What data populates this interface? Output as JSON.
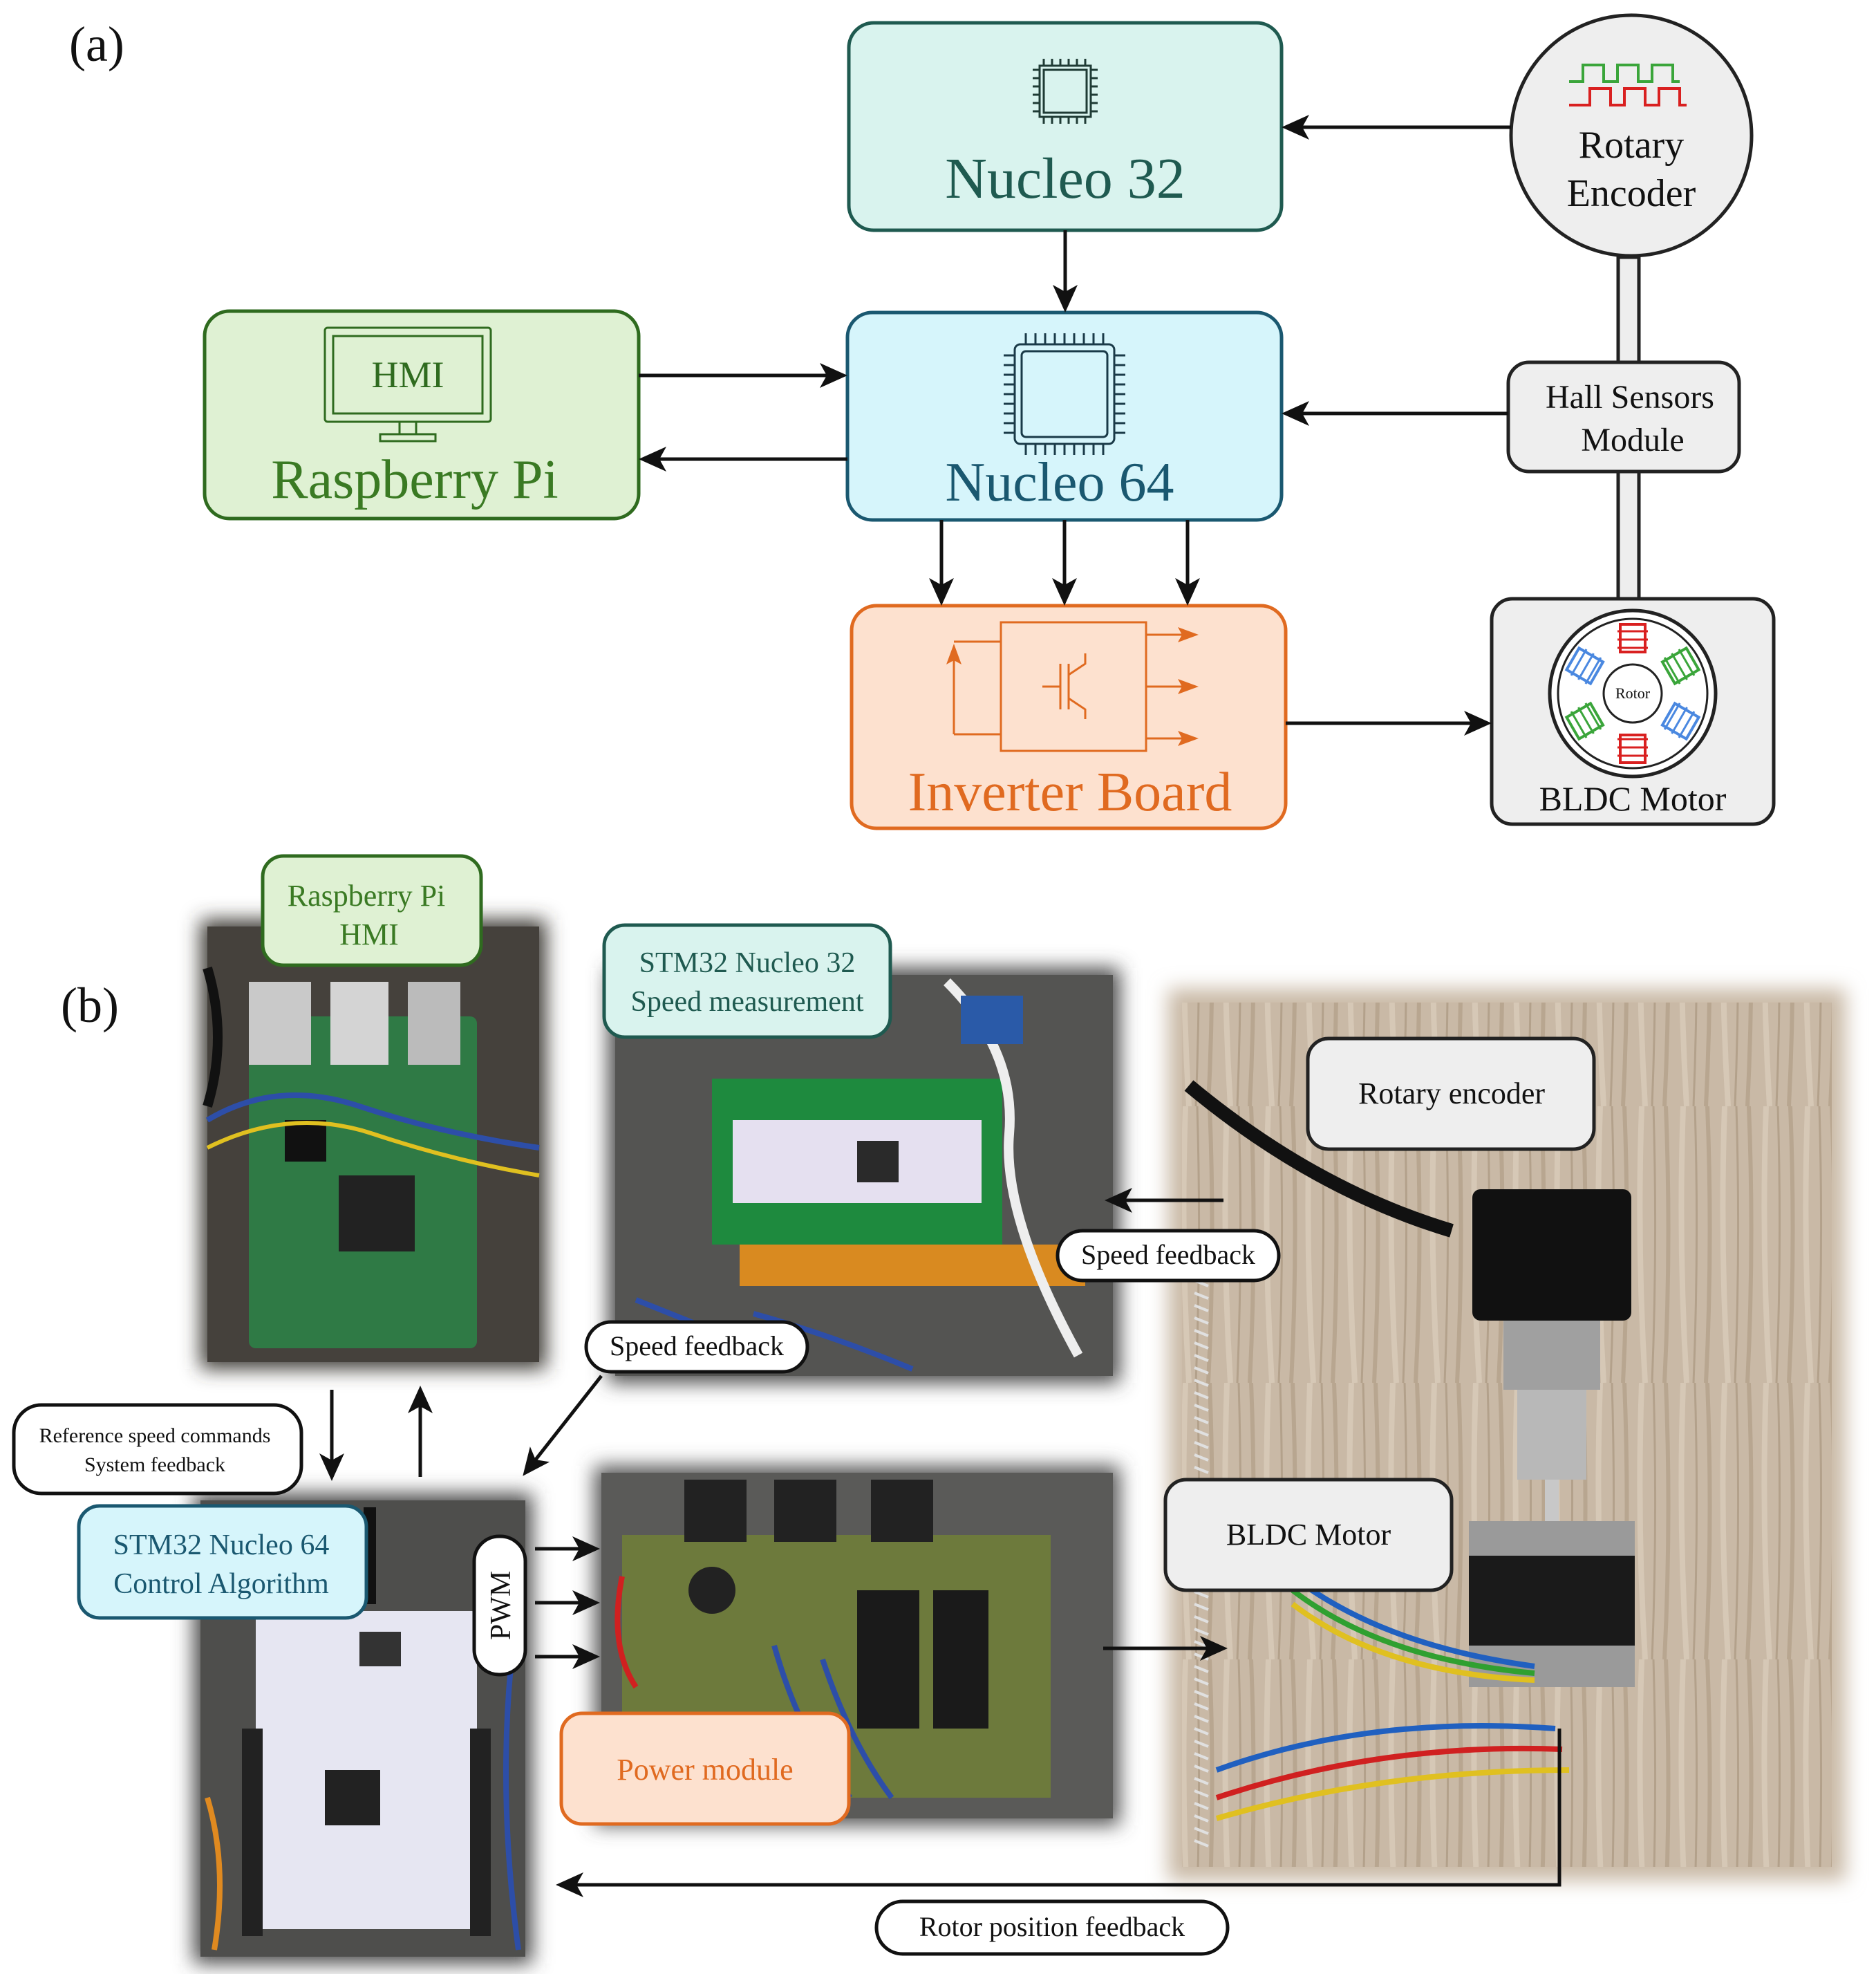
{
  "panel_a": {
    "label": "(a)",
    "nucleo32": "Nucleo 32",
    "nucleo64": "Nucleo 64",
    "raspberry": "Raspberry Pi",
    "hmi": "HMI",
    "inverter": "Inverter Board",
    "encoder_line1": "Rotary",
    "encoder_line2": "Encoder",
    "hall_line1": "Hall Sensors",
    "hall_line2": "Module",
    "motor": "BLDC Motor",
    "rotor": "Rotor"
  },
  "panel_b": {
    "label": "(b)",
    "rpi_line1": "Raspberry Pi",
    "rpi_line2": "HMI",
    "n32_line1": "STM32 Nucleo 32",
    "n32_line2": "Speed measurement",
    "n64_line1": "STM32 Nucleo 64",
    "n64_line2": "Control Algorithm",
    "rotary": "Rotary encoder",
    "bldc": "BLDC Motor",
    "power": "Power module",
    "pwm": "PWM",
    "speed_fb_1": "Speed feedback",
    "speed_fb_2": "Speed feedback",
    "ref_line1": "Reference speed commands",
    "ref_line2": "System feedback",
    "rotor_fb": "Rotor position feedback"
  },
  "colors": {
    "teal_fill": "#d9f3ee",
    "teal_stroke": "#1f5a50",
    "teal_text": "#1f5a50",
    "blue_fill": "#d6f5fb",
    "blue_stroke": "#1a5870",
    "blue_text": "#1a5870",
    "green_fill": "#dff1d3",
    "green_stroke": "#2f6b1f",
    "green_text": "#3a7a23",
    "orange_fill": "#fde1cf",
    "orange_stroke": "#e06a20",
    "orange_text": "#e06a20",
    "gray_fill": "#eeeeee",
    "gray_stroke": "#222222"
  }
}
